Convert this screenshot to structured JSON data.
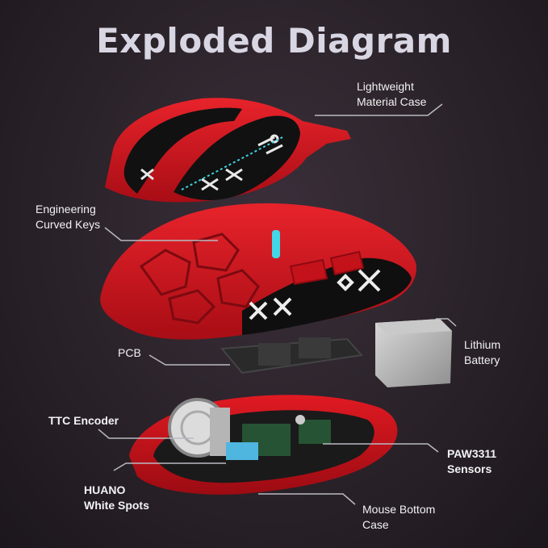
{
  "title": "Exploded Diagram",
  "labels": {
    "case_top": {
      "line1": "Lightweight",
      "line2": "Material Case"
    },
    "keys": {
      "line1": "Engineering",
      "line2": "Curved Keys"
    },
    "pcb": {
      "line1": "PCB"
    },
    "battery": {
      "line1": "Lithium",
      "line2": "Battery"
    },
    "encoder": {
      "line1": "TTC Encoder"
    },
    "sensor": {
      "line1": "PAW3311",
      "line2": "Sensors"
    },
    "switches": {
      "line1": "HUANO",
      "line2": "White Spots"
    },
    "bottom": {
      "line1": "Mouse Bottom",
      "line2": "Case"
    }
  },
  "colors": {
    "accent_red": "#d8141c",
    "dark_red": "#8e0a12",
    "leader_line": "#b9b9c2",
    "panel_black": "#111111"
  }
}
